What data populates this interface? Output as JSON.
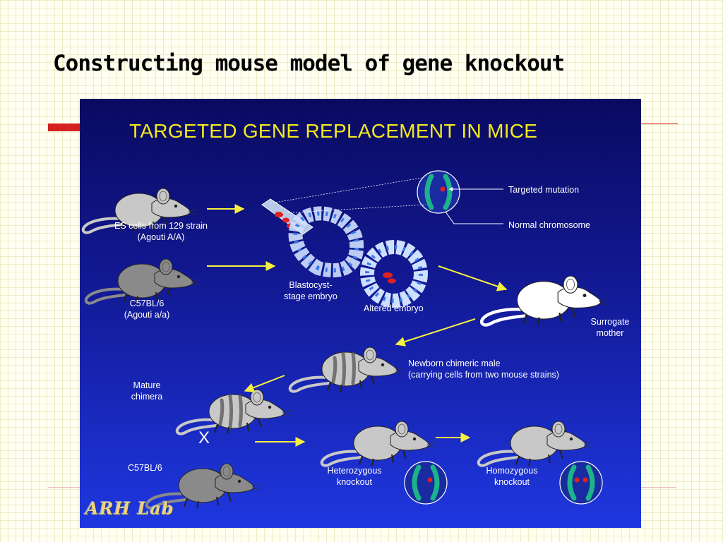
{
  "slide_title": "Constructing mouse model of gene knockout",
  "panel_title": "TARGETED GENE REPLACEMENT IN MICE",
  "labels": {
    "es_cells_line1": "ES cells from 129 strain",
    "es_cells_line2": "(Agouti A/A)",
    "c57_line1": "C57BL/6",
    "c57_line2": "(Agouti a/a)",
    "blastocyst_line1": "Blastocyst-",
    "blastocyst_line2": "stage embryo",
    "altered_embryo": "Altered embryo",
    "targeted_mutation": "Targeted mutation",
    "normal_chromosome": "Normal chromosome",
    "surrogate_line1": "Surrogate",
    "surrogate_line2": "mother",
    "newborn_line1": "Newborn chimeric male",
    "newborn_line2": "(carrying cells from two mouse strains)",
    "mature_line1": "Mature",
    "mature_line2": "chimera",
    "cross": "X",
    "c57_bottom": "C57BL/6",
    "hetero_line1": "Heterozygous",
    "hetero_line2": "knockout",
    "homo_line1": "Homozygous",
    "homo_line2": "knockout"
  },
  "logo_text": "ARH Lab",
  "colors": {
    "accent_red": "#d42020",
    "title_yellow": "#f4ea1c",
    "arrow_yellow": "#f8f040",
    "chromosome_green": "#1ab38a",
    "mutation_red": "#e02020",
    "cell_blue": "#3a78e6"
  }
}
